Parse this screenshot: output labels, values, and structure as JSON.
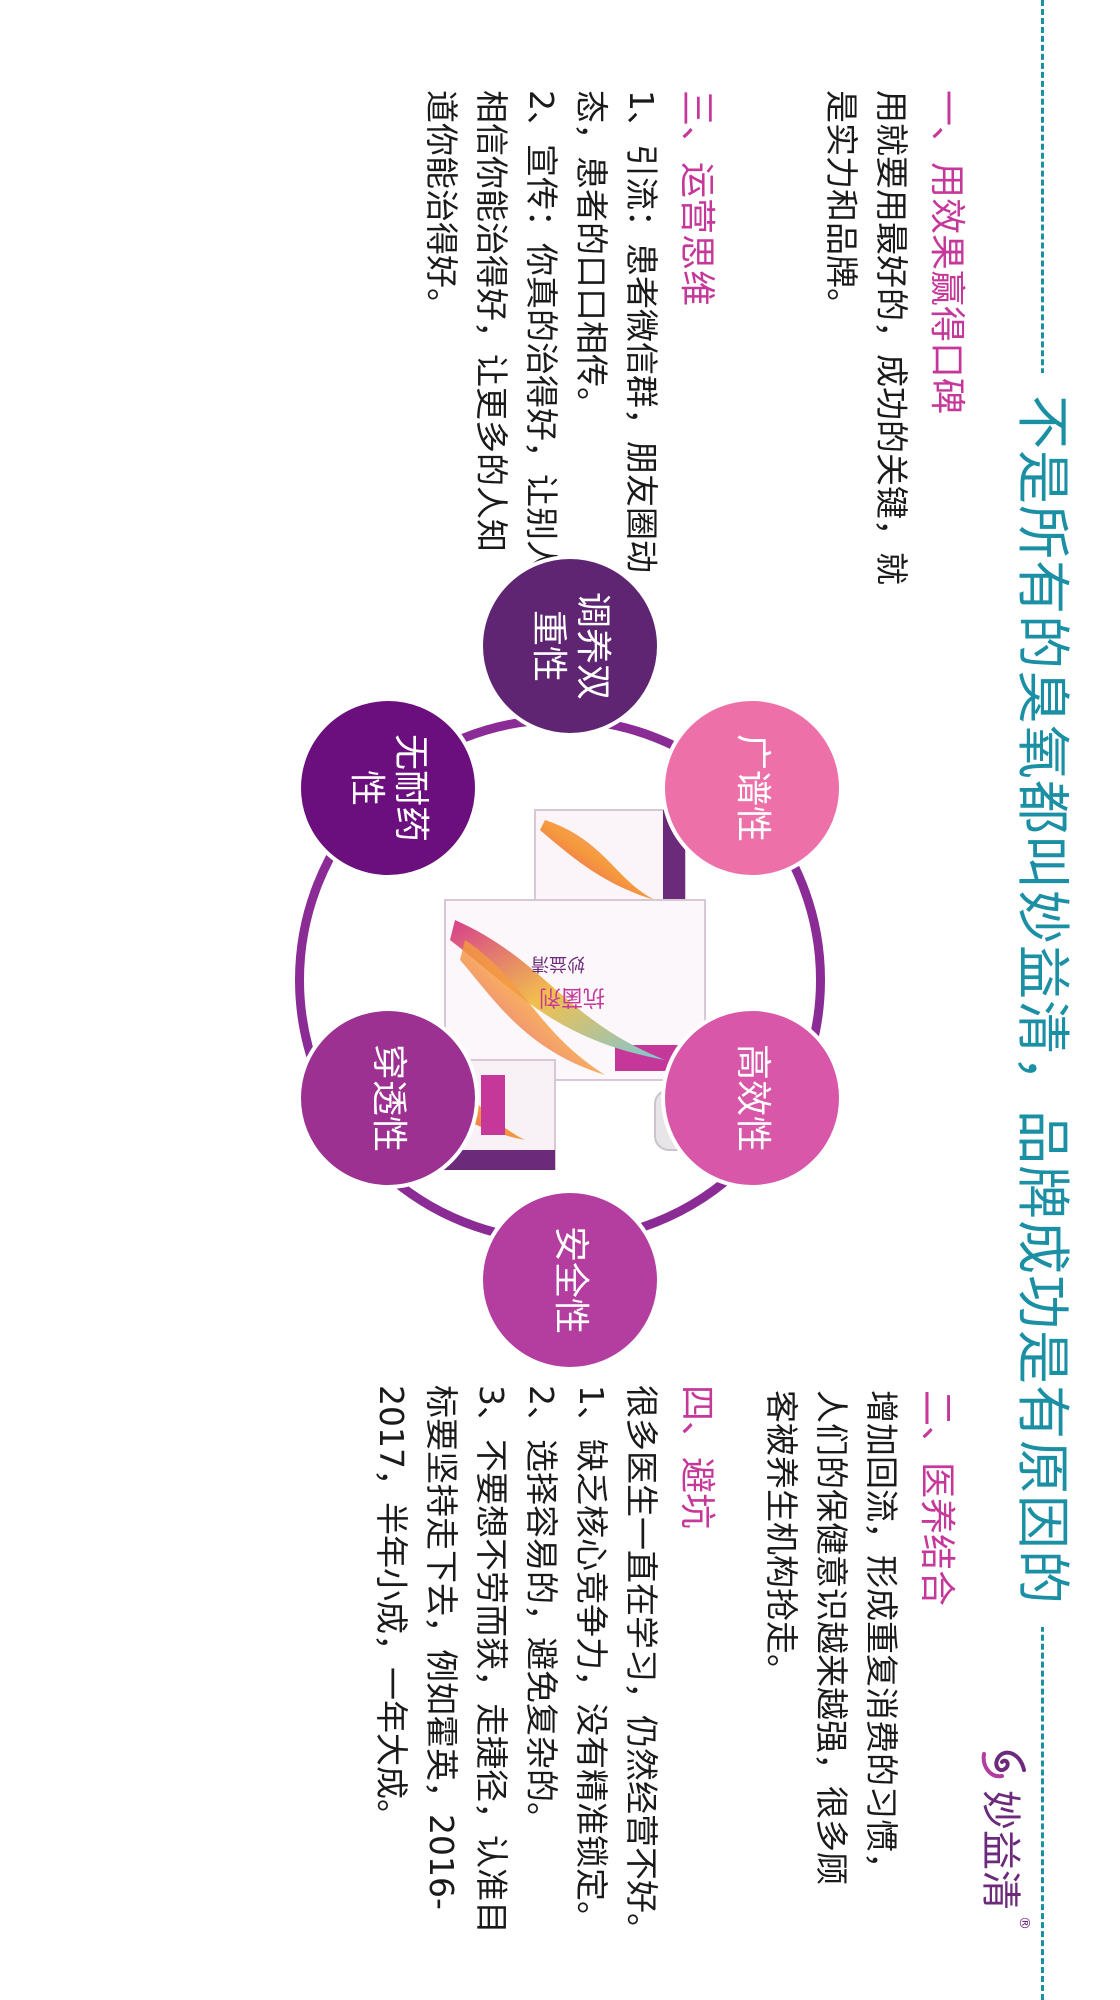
{
  "header": {
    "title": "不是所有的臭氧都叫妙益清，品牌成功是有原因的"
  },
  "logo": {
    "text": "妙益清",
    "reg": "®"
  },
  "sections": {
    "one": {
      "title": "一、用效果赢得口碑",
      "lines": [
        "用就要用最好的，成功的关键，就",
        "是实力和品牌。"
      ]
    },
    "two": {
      "title": "二、医养结合",
      "lines": [
        "增加回流，形成重复消费的习惯，",
        "人们的保健意识越来越强，很多顾",
        "客被养生机构抢走。"
      ]
    },
    "three": {
      "title": "三、运营思维",
      "lines": [
        "1、引流：患者微信群，朋友圈动",
        "态，患者的口口相传。",
        "2、宣传：你真的治得好，让别人",
        "相信你能治得好，让更多的人知",
        "道你能治得好。"
      ]
    },
    "four": {
      "title": "四、避坑",
      "lines": [
        "很多医生一直在学习，仍然经营不好。",
        "1、缺乏核心竞争力，没有精准锁定。",
        "2、选择容易的，避免复杂的。",
        "3、不要想不劳而获，走捷径，认准目",
        "标要坚持走下去，例如霍英，2016-",
        "2017，半年小成，一年大成。"
      ]
    }
  },
  "features": [
    "广谱性",
    "高效性",
    "安全性",
    "穿透性",
    "无耐药性",
    "调养双重性"
  ],
  "product": {
    "brand": "妙益清",
    "name": "抗菌剂"
  },
  "colors": {
    "teal": "#1b8fa3",
    "magenta": "#c5389a",
    "purple": "#6b2a7a",
    "ring": "#8b2c96"
  }
}
